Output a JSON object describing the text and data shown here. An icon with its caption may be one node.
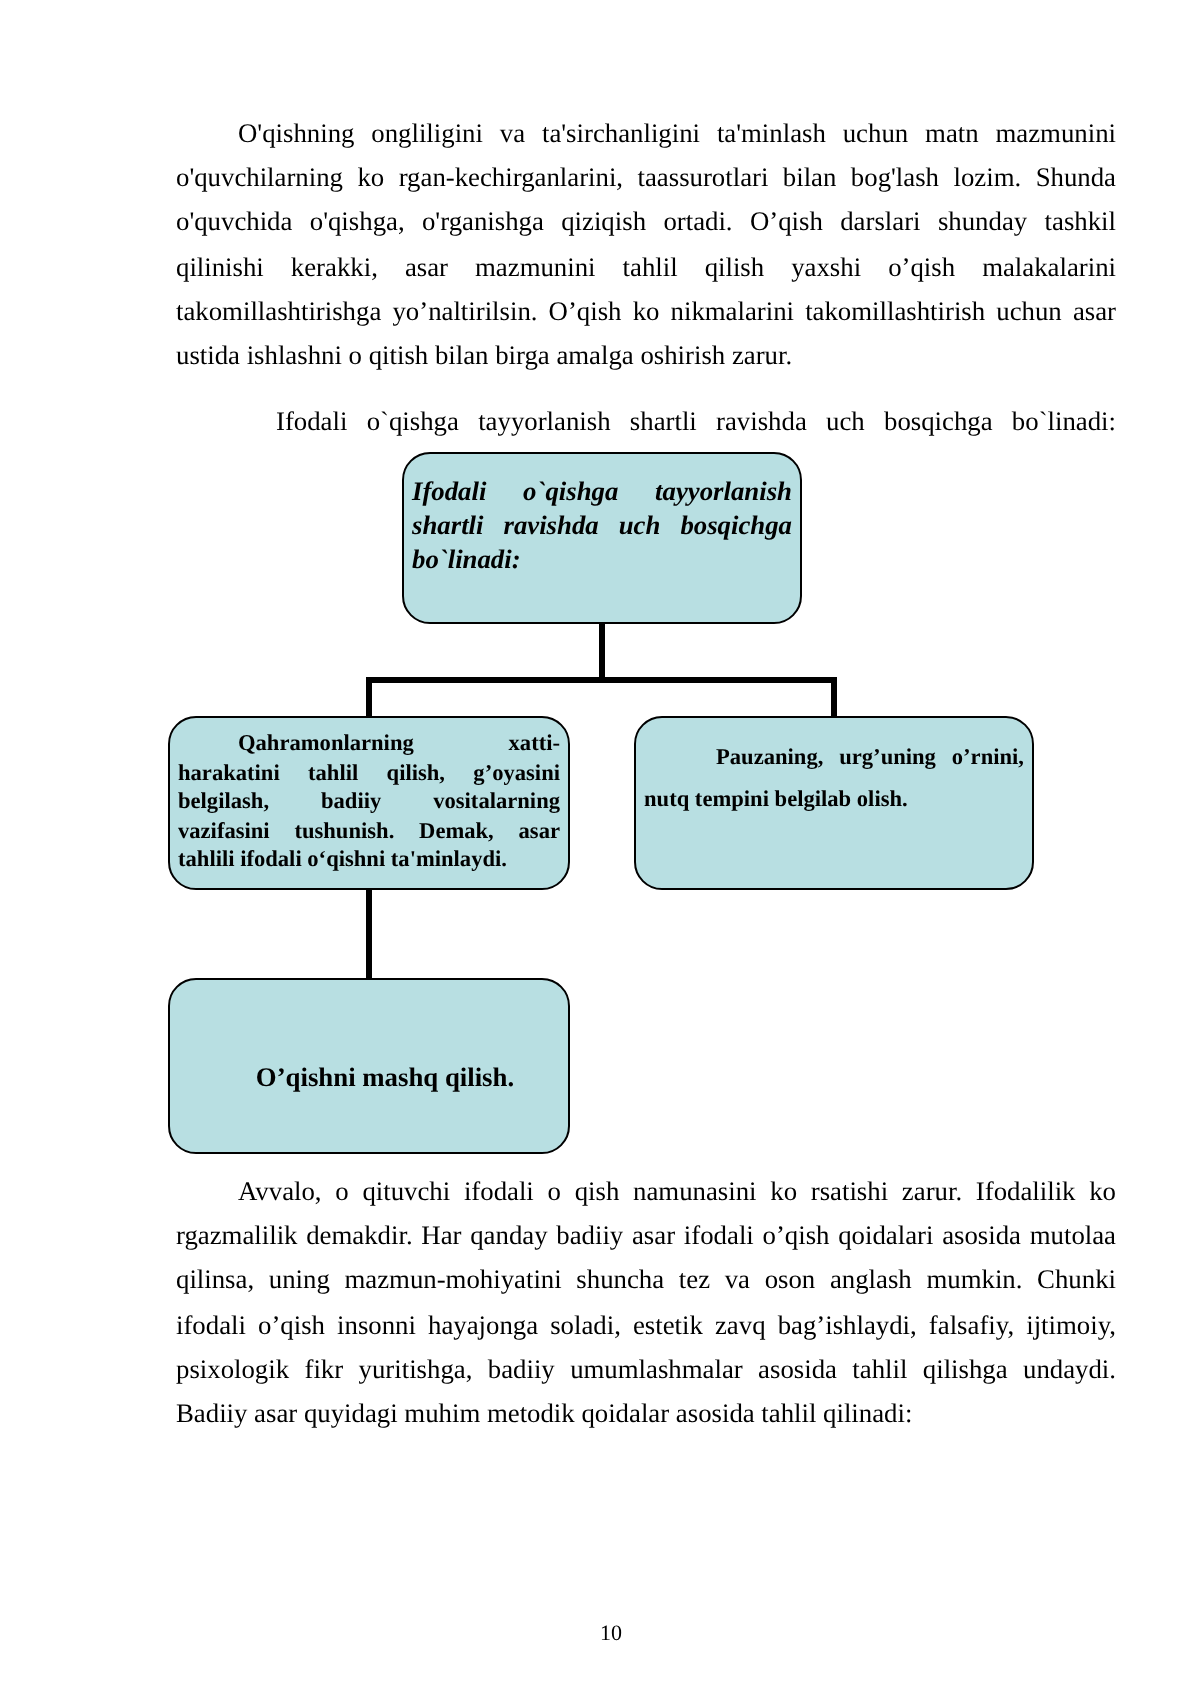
{
  "diagram": {
    "nodes": [
      {
        "text": [
          "Ifodali o`qishga tayyorlanish shartli ravishda uch bosqichga bo`linadi:"
        ]
      },
      {
        "text": [
          "Qahramonlarning xatti-harakatini tahlil qilish, g’oyasini belgilash, badiiy vositalarning vazifasini tushunish. Demak, asar tahlili ifodali o‘qishni ta'minlaydi."
        ]
      },
      {
        "text": [
          "Pauzaning, urg’uning o’rnini, nutq tempini belgilab olish."
        ]
      },
      {
        "text": [
          "O’qishni mashq qilish."
        ]
      }
    ],
    "edges": [
      {
        "from": 0,
        "to": 1,
        "arrow": "none"
      },
      {
        "from": 0,
        "to": 2,
        "arrow": "none"
      },
      {
        "from": 1,
        "to": 3,
        "arrow": "none"
      }
    ],
    "labels": [
      "O'qishning ongliligini va ta'sirchanligini ta'minlash uchun matn mazmunini o'quvchilarning ko rgan-kechirganlarini, taassurotlari bilan bog'lash lozim. Shunda o'quvchida o'qishga, o'rganishga qiziqish ortadi. O’qish darslari shunday tashkil qilinishi kerakki, asar mazmunini tahlil qilish yaxshi o’qish malakalarini takomillashtirishga yo’naltirilsin. O’qish ko nikmalarini takomillashtirish uchun asar ustida ishlashni o qitish bilan birga amalga oshirish zarur.",
      "Ifodali o`qishga tayyorlanish shartli ravishda uch bosqichga bo`linadi:",
      "Avvalo, o qituvchi ifodali o qish namunasini ko rsatishi zarur. Ifodalilik ko rgazmalilik demakdir. Har qanday badiiy asar ifodali o’qish qoidalari asosida mutolaa qilinsa, uning mazmun-mohiyatini shuncha tez va oson anglash mumkin. Chunki ifodali o’qish insonni hayajonga soladi, estetik zavq bag’ishlaydi, falsafiy, ijtimoiy, psixologik fikr yuritishga, badiiy umumlashmalar asosida tahlil qilishga undaydi. Badiiy asar quyidagi muhim metodik qoidalar asosida tahlil qilinadi:",
      "10"
    ]
  }
}
